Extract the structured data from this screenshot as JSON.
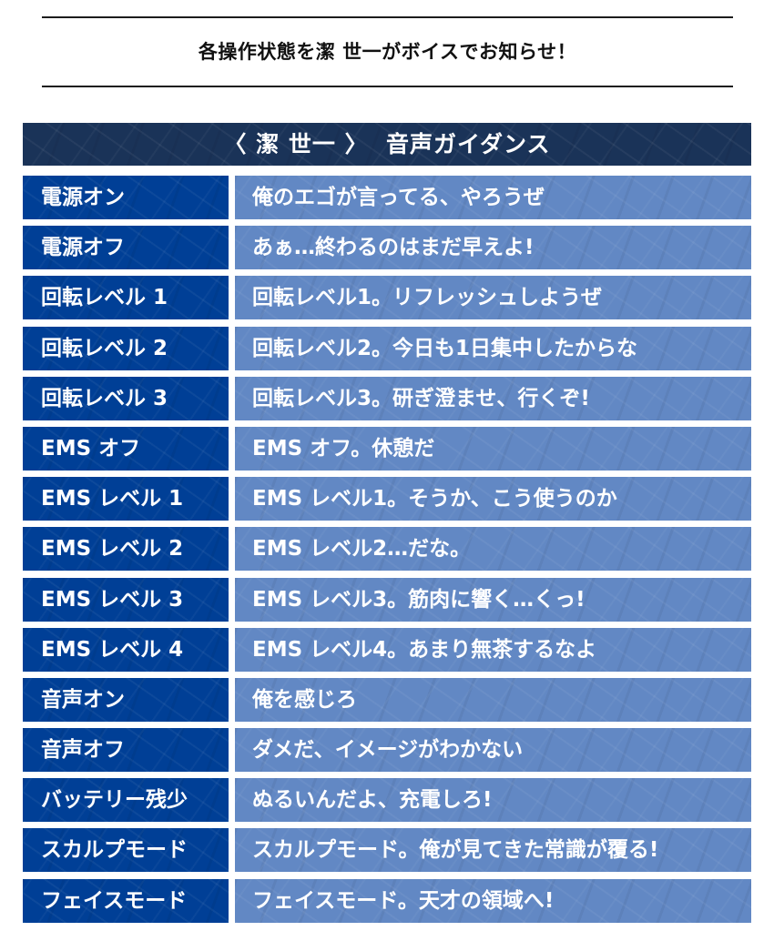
{
  "title": {
    "text": "各操作状態を潔 世一がボイスでお知らせ！"
  },
  "table": {
    "header": "〈 潔 世一 〉  音声ガイダンス",
    "colors": {
      "header_bg": "#1a3358",
      "key_bg": "#003f96",
      "voice_bg": "#6288c4",
      "text": "#ffffff"
    },
    "rows": [
      {
        "state": "電源オン",
        "voice": "俺のエゴが言ってる、やろうぜ"
      },
      {
        "state": "電源オフ",
        "voice": "あぁ…終わるのはまだ早えよ!"
      },
      {
        "state": "回転レベル 1",
        "voice": "回転レベル1。リフレッシュしようぜ"
      },
      {
        "state": "回転レベル 2",
        "voice": "回転レベル2。今日も1日集中したからな"
      },
      {
        "state": "回転レベル 3",
        "voice": "回転レベル3。研ぎ澄ませ、行くぞ!"
      },
      {
        "state": "EMS オフ",
        "voice": "EMS オフ。休憩だ"
      },
      {
        "state": "EMS レベル 1",
        "voice": "EMS レベル1。そうか、こう使うのか"
      },
      {
        "state": "EMS レベル 2",
        "voice": "EMS レベル2…だな。"
      },
      {
        "state": "EMS レベル 3",
        "voice": "EMS レベル3。筋肉に響く…くっ!"
      },
      {
        "state": "EMS レベル 4",
        "voice": "EMS レベル4。あまり無茶するなよ"
      },
      {
        "state": "音声オン",
        "voice": "俺を感じろ"
      },
      {
        "state": "音声オフ",
        "voice": "ダメだ、イメージがわかない"
      },
      {
        "state": "バッテリー残少",
        "voice": "ぬるいんだよ、充電しろ!"
      },
      {
        "state": "スカルプモード",
        "voice": "スカルプモード。俺が見てきた常識が覆る!"
      },
      {
        "state": "フェイスモード",
        "voice": "フェイスモード。天才の領域へ!"
      }
    ]
  }
}
